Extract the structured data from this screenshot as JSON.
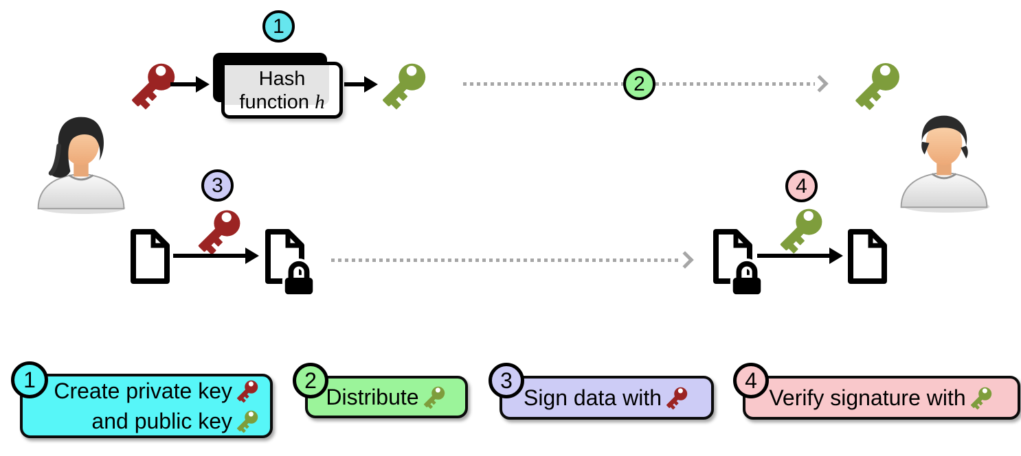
{
  "hash_box": {
    "line1": "Hash",
    "line2": "function",
    "variable": "h"
  },
  "legend": {
    "items": [
      {
        "number": "1",
        "line1": "Create private key",
        "line2": "and public key"
      },
      {
        "number": "2",
        "line1": "Distribute"
      },
      {
        "number": "3",
        "line1": "Sign data with"
      },
      {
        "number": "4",
        "line1": "Verify signature with"
      }
    ]
  },
  "colors": {
    "step1_fill": "#57F6F8",
    "step1_badge": "#66E6EE",
    "step2_fill": "#9BF49A",
    "step3_fill": "#CDCCF6",
    "step4_fill": "#F9C8CB",
    "private_key": "#9B2423",
    "public_key": "#7E9D3C",
    "dotted_arrow": "#A6A6A6"
  },
  "icons": {
    "private_key": "red-key-icon",
    "public_key": "green-key-icon",
    "document": "document-icon",
    "signed_document": "document-lock-icon",
    "sender": "person-female-icon",
    "receiver": "person-male-icon",
    "transfer": "dotted-arrow-icon"
  }
}
